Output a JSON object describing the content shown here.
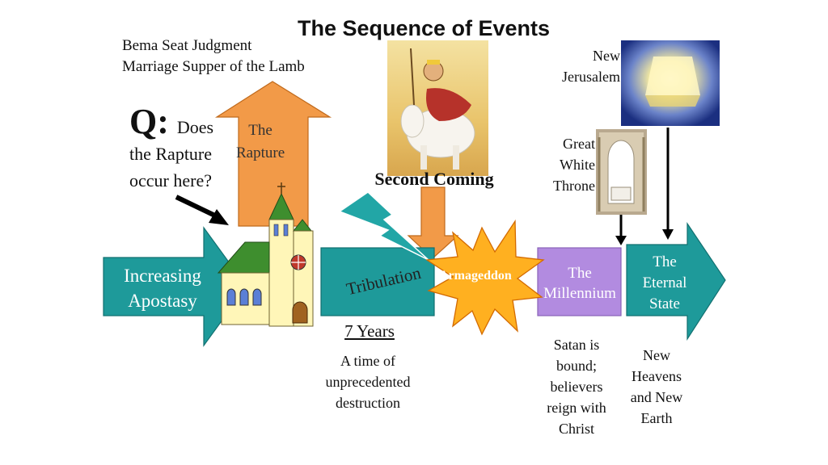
{
  "title": "The Sequence of Events",
  "bema": {
    "line1": "Bema Seat Judgment",
    "line2": "Marriage Supper of the Lamb"
  },
  "question": {
    "q": "Q:",
    "word1": "Does",
    "line2": "the Rapture",
    "line3": "occur here?"
  },
  "rapture": {
    "line1": "The",
    "line2": "Rapture"
  },
  "second_coming": "Second Coming",
  "apostasy": {
    "line1": "Increasing",
    "line2": "Apostasy"
  },
  "tribulation": "Tribulation",
  "armageddon": "Armageddon",
  "millennium": {
    "line1": "The",
    "line2": "Millennium"
  },
  "eternal_state": {
    "line1": "The",
    "line2": "Eternal",
    "line3": "State"
  },
  "seven_years": "7 Years",
  "destruction": {
    "line1": "A time of",
    "line2": "unprecedented",
    "line3": "destruction"
  },
  "satan": {
    "line1": "Satan is",
    "line2": "bound;",
    "line3": "believers",
    "line4": "reign with",
    "line5": "Christ"
  },
  "new_heavens": {
    "line1": "New",
    "line2": "Heavens",
    "line3": "and New",
    "line4": "Earth"
  },
  "new_jerusalem": {
    "line1": "New",
    "line2": "Jerusalem"
  },
  "great_white_throne": {
    "line1": "Great",
    "line2": "White",
    "line3": "Throne"
  },
  "colors": {
    "teal": "#1E9A9A",
    "orange": "#F29A48",
    "burst": "#FFB020",
    "violet": "#B28BE0",
    "church_wall": "#FFF6B8",
    "church_roof": "#3E8E2E"
  }
}
